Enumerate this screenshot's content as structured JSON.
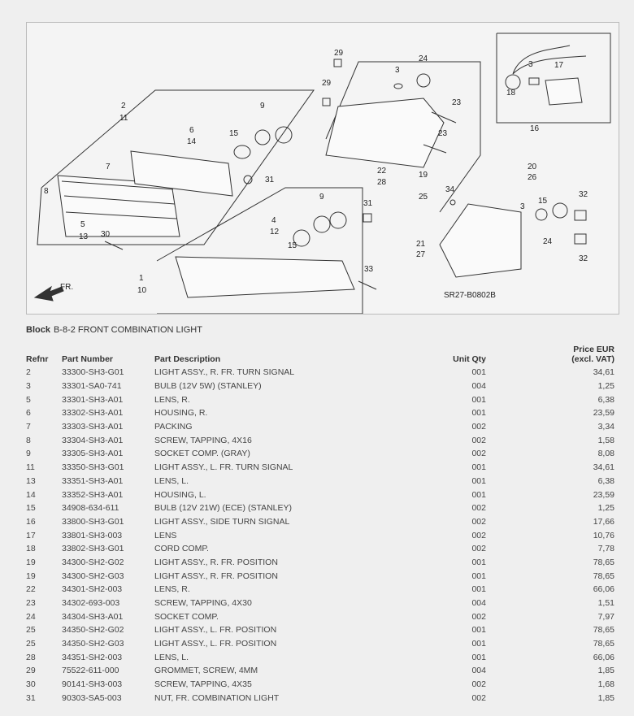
{
  "diagram": {
    "code": "SR27-B0802B",
    "direction_label": "FR.",
    "callouts": [
      "2",
      "11",
      "9",
      "6",
      "14",
      "15",
      "7",
      "8",
      "31",
      "5",
      "13",
      "30",
      "4",
      "12",
      "9",
      "31",
      "15",
      "1",
      "10",
      "33",
      "29",
      "29",
      "3",
      "24",
      "23",
      "23",
      "22",
      "28",
      "19",
      "25",
      "34",
      "20",
      "26",
      "3",
      "15",
      "24",
      "21",
      "27",
      "32",
      "32",
      "3",
      "17",
      "18",
      "16"
    ]
  },
  "block": {
    "label": "Block",
    "value": "B-8-2 FRONT COMBINATION LIGHT"
  },
  "table": {
    "headers": {
      "refnr": "Refnr",
      "part_number": "Part Number",
      "description": "Part Description",
      "unit_qty": "Unit Qty",
      "price_line1": "Price EUR",
      "price_line2": "(excl. VAT)"
    },
    "rows": [
      {
        "refnr": "2",
        "part_number": "33300-SH3-G01",
        "description": "LIGHT ASSY., R. FR. TURN SIGNAL",
        "qty": "001",
        "price": "34,61"
      },
      {
        "refnr": "3",
        "part_number": "33301-SA0-741",
        "description": "BULB (12V 5W) (STANLEY)",
        "qty": "004",
        "price": "1,25"
      },
      {
        "refnr": "5",
        "part_number": "33301-SH3-A01",
        "description": "LENS, R.",
        "qty": "001",
        "price": "6,38"
      },
      {
        "refnr": "6",
        "part_number": "33302-SH3-A01",
        "description": "HOUSING, R.",
        "qty": "001",
        "price": "23,59"
      },
      {
        "refnr": "7",
        "part_number": "33303-SH3-A01",
        "description": "PACKING",
        "qty": "002",
        "price": "3,34"
      },
      {
        "refnr": "8",
        "part_number": "33304-SH3-A01",
        "description": "SCREW, TAPPING, 4X16",
        "qty": "002",
        "price": "1,58"
      },
      {
        "refnr": "9",
        "part_number": "33305-SH3-A01",
        "description": "SOCKET COMP. (GRAY)",
        "qty": "002",
        "price": "8,08"
      },
      {
        "refnr": "11",
        "part_number": "33350-SH3-G01",
        "description": "LIGHT ASSY., L. FR. TURN SIGNAL",
        "qty": "001",
        "price": "34,61"
      },
      {
        "refnr": "13",
        "part_number": "33351-SH3-A01",
        "description": "LENS, L.",
        "qty": "001",
        "price": "6,38"
      },
      {
        "refnr": "14",
        "part_number": "33352-SH3-A01",
        "description": "HOUSING, L.",
        "qty": "001",
        "price": "23,59"
      },
      {
        "refnr": "15",
        "part_number": "34908-634-611",
        "description": "BULB (12V 21W) (ECE) (STANLEY)",
        "qty": "002",
        "price": "1,25"
      },
      {
        "refnr": "16",
        "part_number": "33800-SH3-G01",
        "description": "LIGHT ASSY., SIDE TURN SIGNAL",
        "qty": "002",
        "price": "17,66"
      },
      {
        "refnr": "17",
        "part_number": "33801-SH3-003",
        "description": "LENS",
        "qty": "002",
        "price": "10,76"
      },
      {
        "refnr": "18",
        "part_number": "33802-SH3-G01",
        "description": "CORD COMP.",
        "qty": "002",
        "price": "7,78"
      },
      {
        "refnr": "19",
        "part_number": "34300-SH2-G02",
        "description": "LIGHT ASSY., R. FR. POSITION",
        "qty": "001",
        "price": "78,65"
      },
      {
        "refnr": "19",
        "part_number": "34300-SH2-G03",
        "description": "LIGHT ASSY., R. FR. POSITION",
        "qty": "001",
        "price": "78,65"
      },
      {
        "refnr": "22",
        "part_number": "34301-SH2-003",
        "description": "LENS, R.",
        "qty": "001",
        "price": "66,06"
      },
      {
        "refnr": "23",
        "part_number": "34302-693-003",
        "description": "SCREW, TAPPING, 4X30",
        "qty": "004",
        "price": "1,51"
      },
      {
        "refnr": "24",
        "part_number": "34304-SH3-A01",
        "description": "SOCKET COMP.",
        "qty": "002",
        "price": "7,97"
      },
      {
        "refnr": "25",
        "part_number": "34350-SH2-G02",
        "description": "LIGHT ASSY., L. FR. POSITION",
        "qty": "001",
        "price": "78,65"
      },
      {
        "refnr": "25",
        "part_number": "34350-SH2-G03",
        "description": "LIGHT ASSY., L. FR. POSITION",
        "qty": "001",
        "price": "78,65"
      },
      {
        "refnr": "28",
        "part_number": "34351-SH2-003",
        "description": "LENS, L.",
        "qty": "001",
        "price": "66,06"
      },
      {
        "refnr": "29",
        "part_number": "75522-611-000",
        "description": "GROMMET, SCREW, 4MM",
        "qty": "004",
        "price": "1,85"
      },
      {
        "refnr": "30",
        "part_number": "90141-SH3-003",
        "description": "SCREW, TAPPING, 4X35",
        "qty": "002",
        "price": "1,68"
      },
      {
        "refnr": "31",
        "part_number": "90303-SA5-003",
        "description": "NUT, FR. COMBINATION LIGHT",
        "qty": "002",
        "price": "1,85"
      }
    ]
  }
}
